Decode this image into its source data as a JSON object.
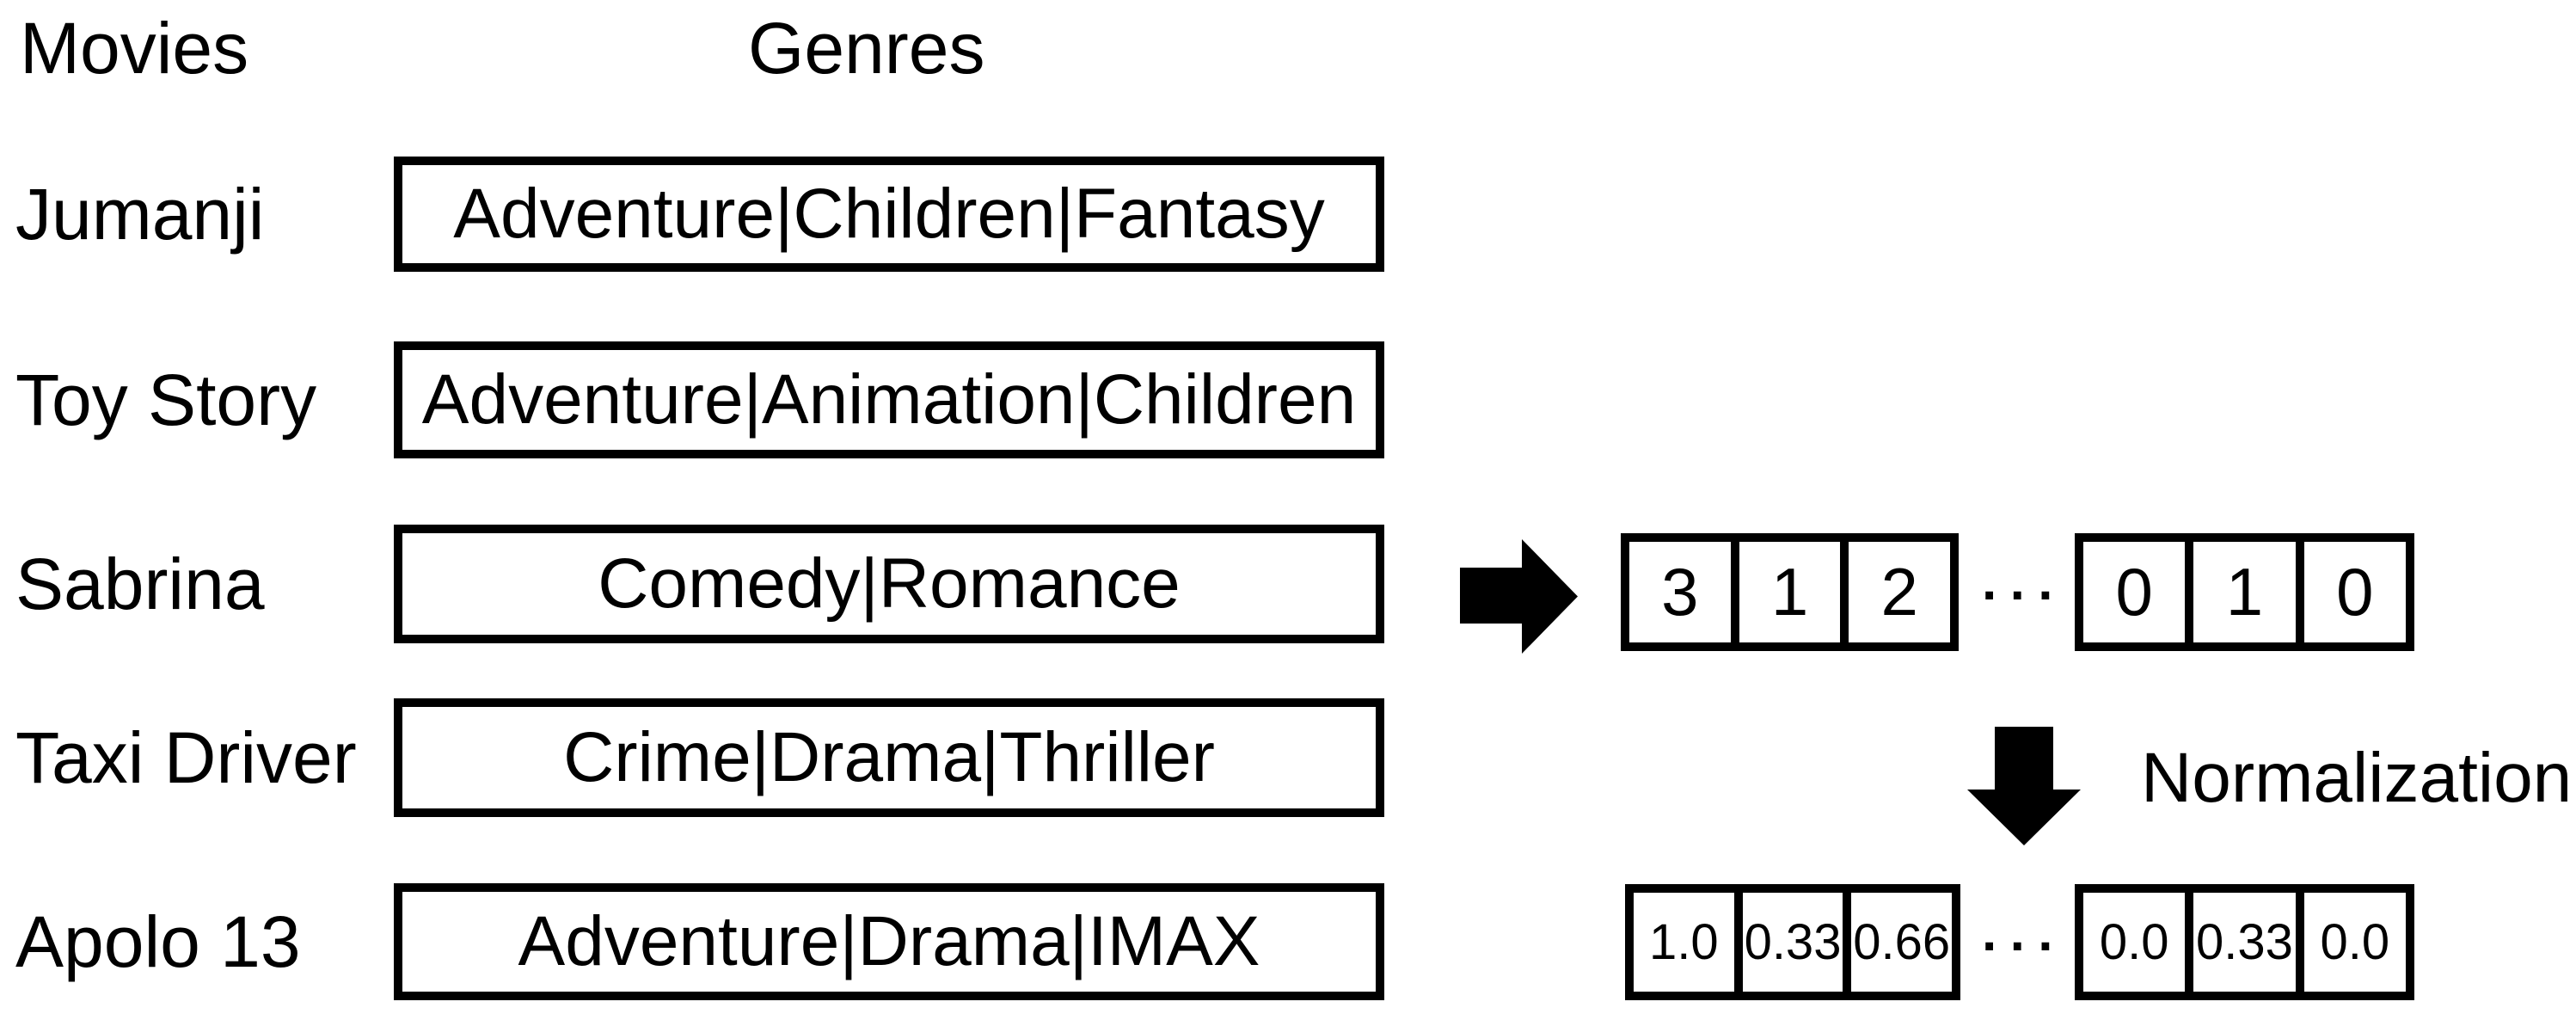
{
  "headers": {
    "movies": "Movies",
    "genres": "Genres"
  },
  "rows": [
    {
      "movie": "Jumanji",
      "genres": "Adventure|Children|Fantasy"
    },
    {
      "movie": "Toy Story",
      "genres": "Adventure|Animation|Children"
    },
    {
      "movie": "Sabrina",
      "genres": "Comedy|Romance"
    },
    {
      "movie": "Taxi Driver",
      "genres": "Crime|Drama|Thriller"
    },
    {
      "movie": "Apolo 13",
      "genres": "Adventure|Drama|IMAX"
    }
  ],
  "count_vector": {
    "left_cells": [
      "3",
      "1",
      "2"
    ],
    "ellipsis": "···",
    "right_cells": [
      "0",
      "1",
      "0"
    ]
  },
  "normalized_vector": {
    "left_cells": [
      "1.0",
      "0.33",
      "0.66"
    ],
    "ellipsis": "···",
    "right_cells": [
      "0.0",
      "0.33",
      "0.0"
    ]
  },
  "normalization_label": "Normalization",
  "icons": {
    "right_arrow": "right-arrow",
    "down_arrow": "down-arrow"
  },
  "colors": {
    "foreground": "#000000",
    "background": "#ffffff"
  }
}
